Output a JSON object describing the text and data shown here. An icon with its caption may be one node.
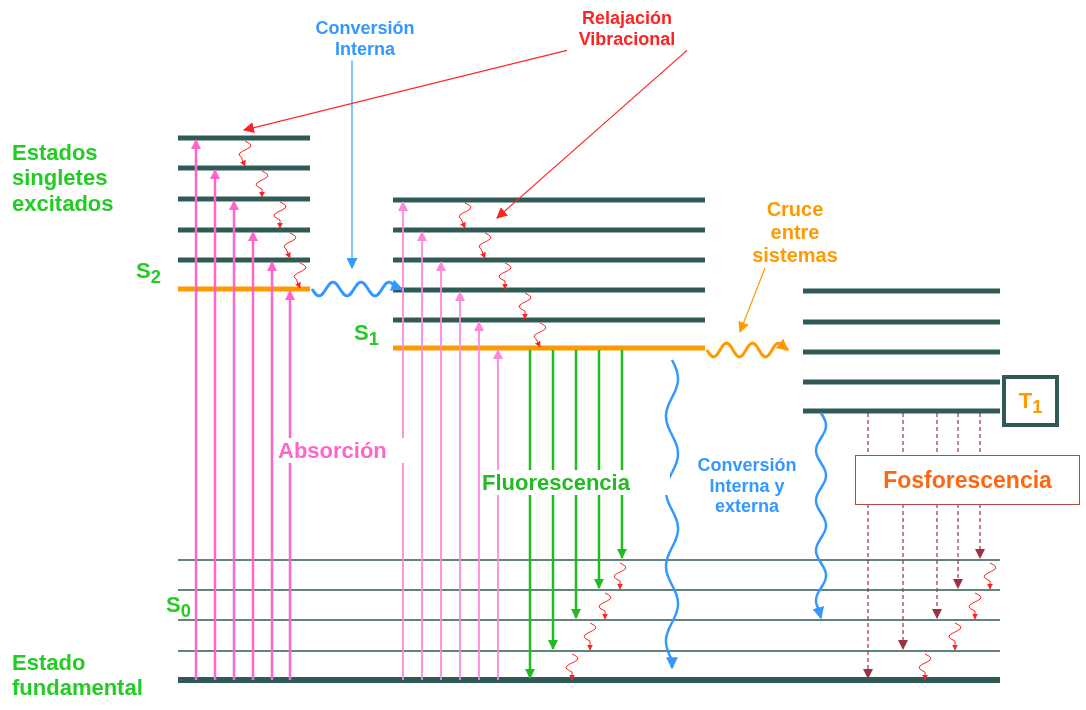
{
  "diagram": {
    "nodes": [
      {
        "text": [
          "Conversión Interna"
        ]
      },
      {
        "text": [
          "Relajación Vibracional"
        ]
      },
      {
        "text": [
          "Cruce entre sistemas"
        ]
      },
      {
        "text": [
          "T$_{1}$"
        ]
      },
      {
        "text": [
          "Fosforescencia"
        ]
      }
    ],
    "edges": [
      {
        "from": 0,
        "to": null,
        "arrow": "to",
        "color": "#3399ff"
      },
      {
        "from": 1,
        "to": null,
        "arrow": "to"
      },
      {
        "from": 1,
        "to": null,
        "arrow": "to"
      },
      {
        "from": 2,
        "to": null,
        "arrow": "to",
        "color": "#ff9900"
      }
    ],
    "labels": [
      "Estados singletes excitados",
      "S$_{2}$",
      "S$_{1}$",
      "Absorción",
      "Fluorescencia",
      "Conversión Interna y externa",
      "S$_{0}$",
      "Estado fundamental"
    ]
  }
}
